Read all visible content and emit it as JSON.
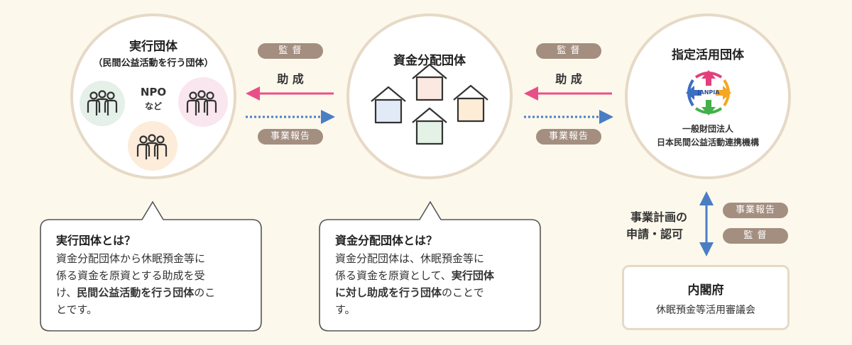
{
  "left_circle": {
    "title": "実行団体",
    "subtitle": "（民間公益活動を行う団体）",
    "npo_line1": "NPO",
    "npo_line2": "など"
  },
  "center_circle": {
    "title": "資金分配団体"
  },
  "right_circle": {
    "title": "指定活用団体",
    "logo_text": "JANPIA",
    "org_line1": "一般財団法人",
    "org_line2": "日本民間公益活動連携機構"
  },
  "link_left": {
    "supervise": "監 督",
    "grant": "助 成",
    "report": "事業報告"
  },
  "link_right": {
    "supervise": "監 督",
    "grant": "助 成",
    "report": "事業報告"
  },
  "vertical_link": {
    "label_line1": "事業計画の",
    "label_line2": "申請・認可",
    "report": "事業報告",
    "supervise": "監 督"
  },
  "cabinet": {
    "title": "内閣府",
    "subtitle": "休眠預金等活用審議会"
  },
  "bubble_left": {
    "title": "実行団体とは？",
    "l1": "資金分配団体から休眠預金等に",
    "l2": "係る資金を原資とする助成を受",
    "l3a": "け、",
    "l3b": "民間公益活動を行う団体",
    "l3c": "のこ",
    "l4": "とです。"
  },
  "bubble_center": {
    "title": "資金分配団体とは？",
    "l1": "資金分配団体は、休眠預金等に",
    "l2a": "係る資金を原資として、",
    "l2b": "実行団体",
    "l3a": "に対し助成を行う団体",
    "l3b": "のことで",
    "l4": "す。"
  },
  "colors": {
    "pink_arrow": "#e94f86",
    "blue_arrow": "#4a7ec4",
    "pill_bg": "#a38e80",
    "circle_border": "#e6d9c6",
    "background": "#fdf8ec"
  }
}
